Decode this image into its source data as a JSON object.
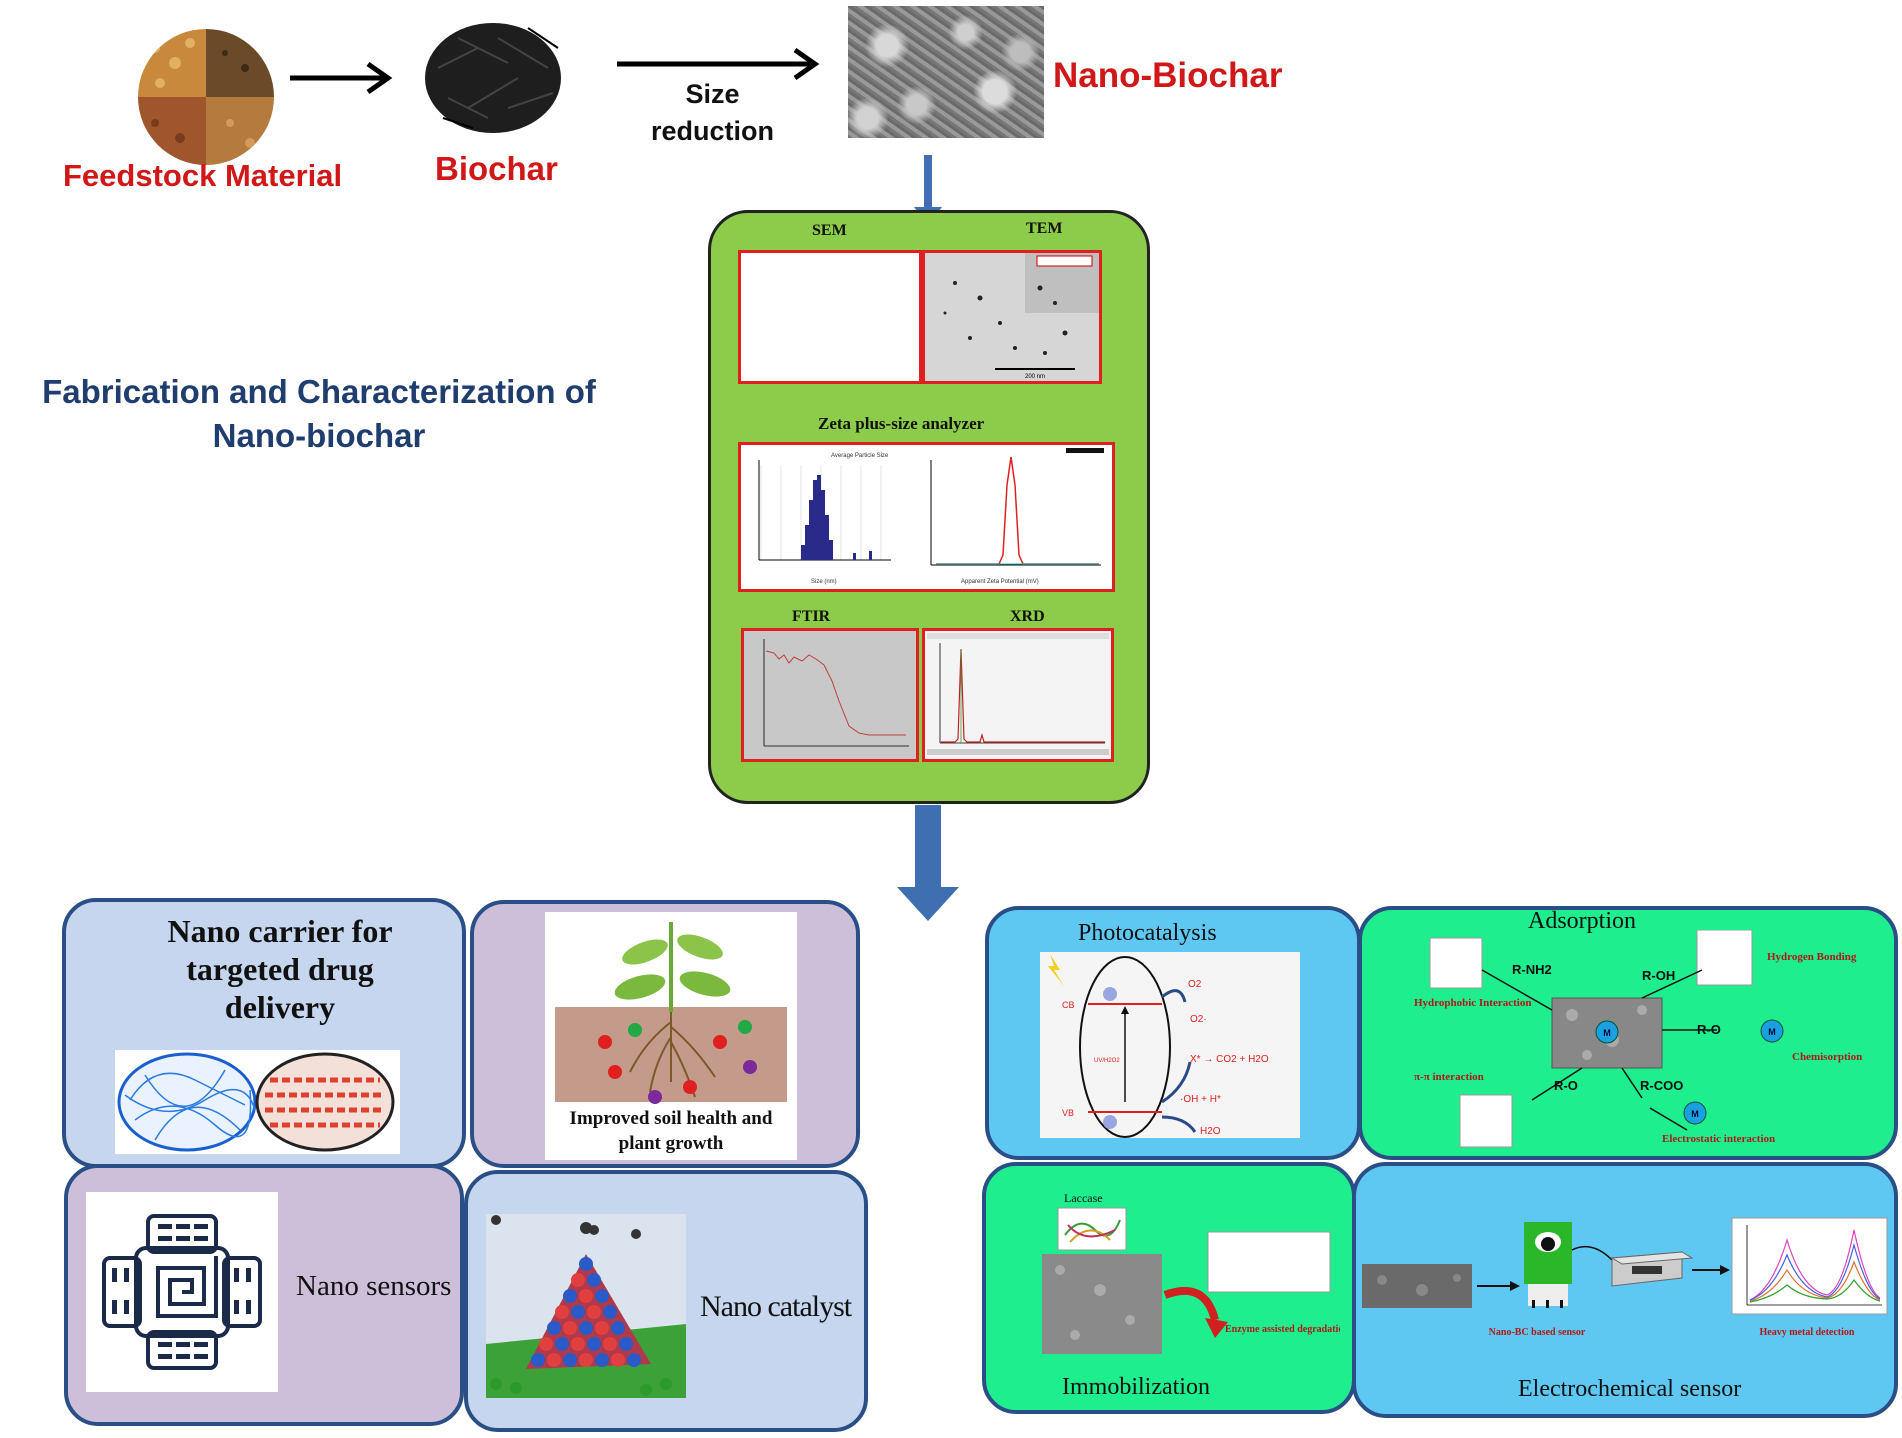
{
  "top_flow": {
    "feedstock_label": "Feedstock Material",
    "biochar_label": "Biochar",
    "size_reduction_line1": "Size",
    "size_reduction_line2": "reduction",
    "nano_biochar_label": "Nano-Biochar"
  },
  "side_title": {
    "line1": "Fabrication and Characterization of",
    "line2": "Nano-biochar"
  },
  "characterization": {
    "sem_label": "SEM",
    "tem_label": "TEM",
    "tem_scale": "200 nm",
    "zeta_label": "Zeta plus-size analyzer",
    "ftir_label": "FTIR",
    "xrd_label": "XRD",
    "particle_chart_title": "Average Particle Size",
    "particle_x_label": "Size (nm)",
    "zeta_x_label": "Apparent Zeta Potential (mV)"
  },
  "applications": {
    "drug_delivery": "Nano carrier for targeted drug delivery",
    "soil_health_line1": "Improved soil health and",
    "soil_health_line2": "plant growth",
    "nano_sensors": "Nano sensors",
    "nano_catalyst": "Nano catalyst",
    "photocatalysis": "Photocatalysis",
    "adsorption": "Adsorption",
    "immobilization": "Immobilization",
    "electrochemical_sensor": "Electrochemical sensor"
  },
  "photocatalysis_labels": {
    "cb": "CB",
    "vb": "VB",
    "uv": "UV/H2O2",
    "o2": "O2",
    "o2_radical": "O2·",
    "x_plus": "X* → CO2 + H2O",
    "oh": "·OH + H*",
    "h2o": "H2O"
  },
  "adsorption_labels": {
    "rnh2": "R-NH2",
    "roh": "R-OH",
    "ro_right": "R-O",
    "ro_left": "R-O",
    "rcoo": "R-COO",
    "hydrophobic": "Hydrophobic Interaction",
    "hydrogen": "Hydrogen Bonding",
    "chemisorption": "Chemisorption",
    "pipi": "π-π interaction",
    "electrostatic": "Electrostatic interaction",
    "metal": "M"
  },
  "immobilization_labels": {
    "laccase": "Laccase",
    "enzyme": "Enzyme assisted degradation"
  },
  "electrochem_labels": {
    "sensor": "Nano-BC based sensor",
    "detection": "Heavy metal detection"
  },
  "colors": {
    "red_label": "#d01818",
    "title_blue": "#1f3d6e",
    "green_panel": "#8dcb4a",
    "arrow_blue": "#3f6fb0",
    "lavender": "#cdbfd9",
    "light_blue": "#c5d6ee",
    "sky": "#5ec8f2",
    "mint": "#1fee8e"
  }
}
